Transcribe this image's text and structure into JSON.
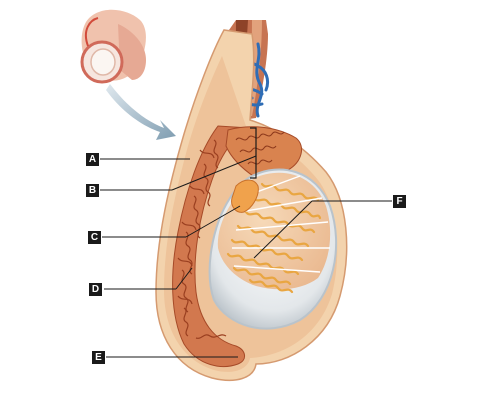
{
  "labels": {
    "a": "A",
    "b": "B",
    "c": "C",
    "d": "D",
    "e": "E",
    "f": "F"
  },
  "colors": {
    "tissue": "#d9885a",
    "tissue_dark": "#b5502d",
    "vein": "#2f6db5",
    "artery": "#c23a2a",
    "tubule": "#f2b95a",
    "tunica": "#d7dde2",
    "arrow": "#8aa6b8"
  },
  "icons": {
    "inset": "inset-anatomy-illustration",
    "pointer": "pointer-arrow-icon"
  }
}
